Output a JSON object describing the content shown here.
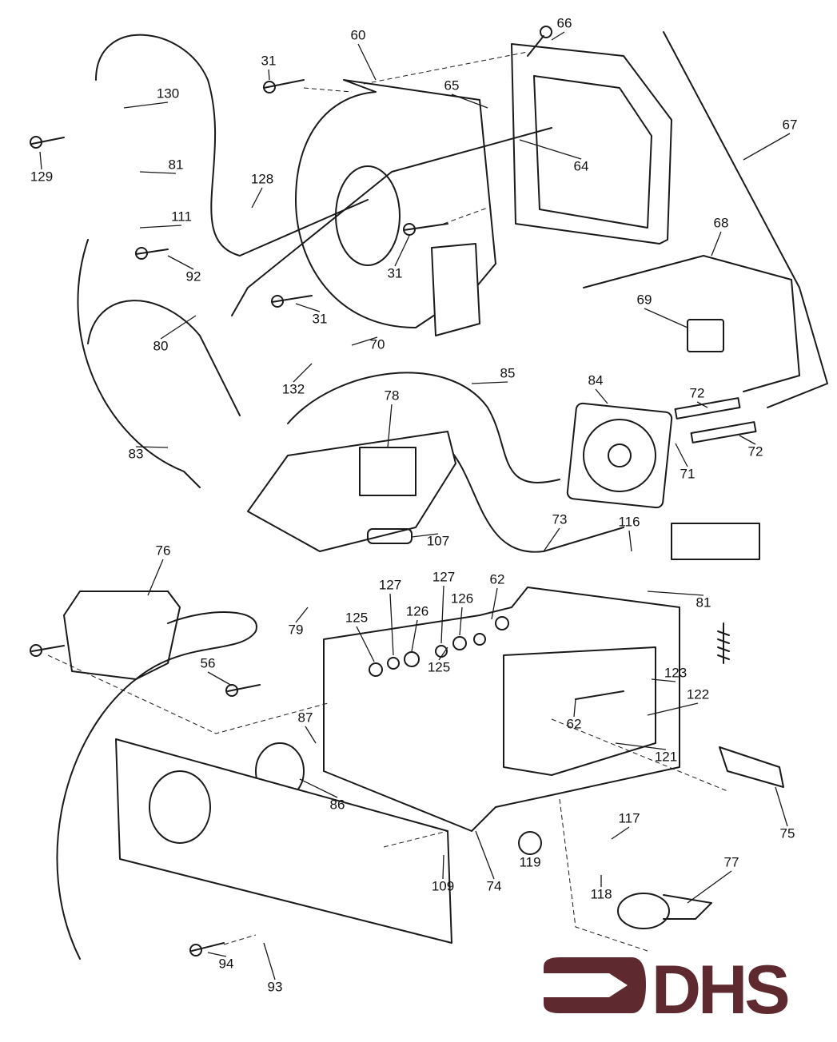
{
  "diagram": {
    "part_labels": [
      "60",
      "66",
      "31",
      "130",
      "65",
      "67",
      "129",
      "81",
      "64",
      "128",
      "111",
      "68",
      "92",
      "31",
      "31",
      "69",
      "70",
      "80",
      "85",
      "84",
      "132",
      "78",
      "72",
      "72",
      "83",
      "71",
      "116",
      "73",
      "107",
      "76",
      "127",
      "127",
      "62",
      "126",
      "126",
      "125",
      "81",
      "79",
      "125",
      "56",
      "123",
      "122",
      "62",
      "87",
      "121",
      "86",
      "117",
      "75",
      "77",
      "119",
      "109",
      "74",
      "118",
      "94",
      "93"
    ]
  },
  "logo": {
    "text": "DHS",
    "color": "#5e2a30"
  },
  "colors": {
    "line": "#1a1a1a",
    "background": "#ffffff"
  }
}
